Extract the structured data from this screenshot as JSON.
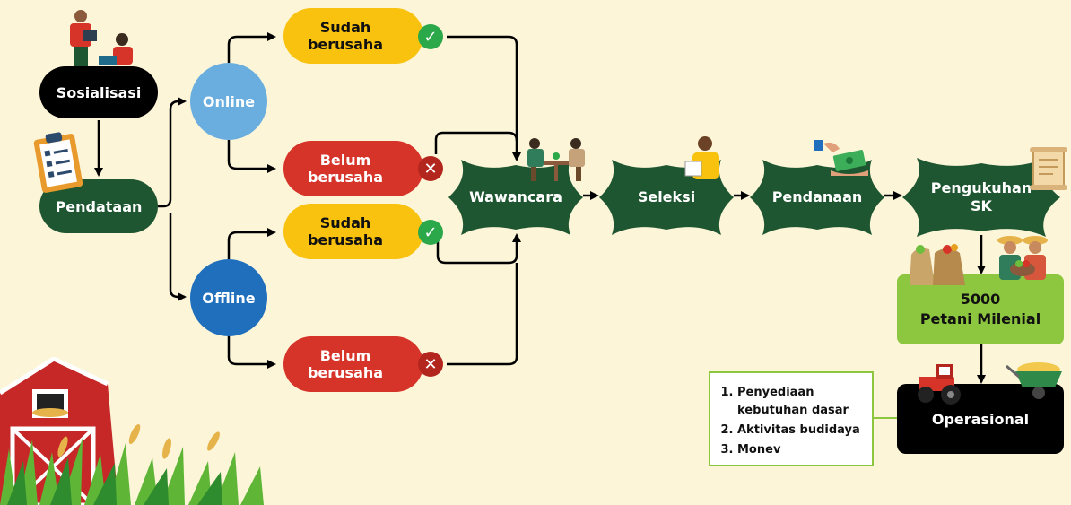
{
  "colors": {
    "background": "#fcf5d8",
    "black": "#000000",
    "green_dark": "#1e5631",
    "yellow": "#f9c20f",
    "red": "#d63329",
    "online_blue": "#6aaee0",
    "offline_blue": "#1f6fbd",
    "light_green": "#8dc63f",
    "check_green": "#2aa84a",
    "cross_red": "#b3261e"
  },
  "nodes": {
    "sosialisasi": "Sosialisasi",
    "pendataan": "Pendataan",
    "online": "Online",
    "offline": "Offline",
    "online_sudah": "Sudah berusaha",
    "online_belum": "Belum berusaha",
    "offline_sudah": "Sudah berusaha",
    "offline_belum": "Belum berusaha",
    "wawancara": "Wawancara",
    "seleksi": "Seleksi",
    "pendanaan": "Pendanaan",
    "pengukuhan": "Pengukuhan SK",
    "petani_count": "5000",
    "petani_label": "Petani Milenial",
    "operasional": "Operasional"
  },
  "badges": {
    "check": "✓",
    "cross": "✕"
  },
  "operasional_list": [
    "Penyediaan kebutuhan dasar",
    "Aktivitas budidaya",
    "Monev"
  ],
  "illustrations": [
    "people-laptop-illustration",
    "clipboard-checklist-illustration",
    "interview-table-illustration",
    "man-writing-illustration",
    "money-hand-illustration",
    "scroll-paper-illustration",
    "produce-sacks-illustration",
    "farmers-couple-illustration",
    "red-tractor-illustration",
    "wheelbarrow-grain-illustration",
    "red-barn-illustration",
    "wheat-grass-illustration"
  ]
}
